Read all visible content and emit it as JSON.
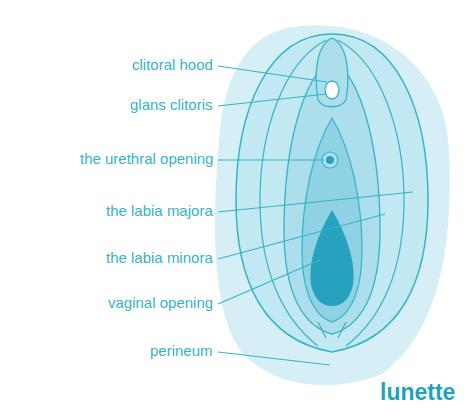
{
  "diagram": {
    "labels": [
      "clitoral hood",
      "glans clitoris",
      "the urethral opening",
      "the labia majora",
      "the labia minora",
      "vaginal opening",
      "perineum",
      "lunette"
    ]
  }
}
